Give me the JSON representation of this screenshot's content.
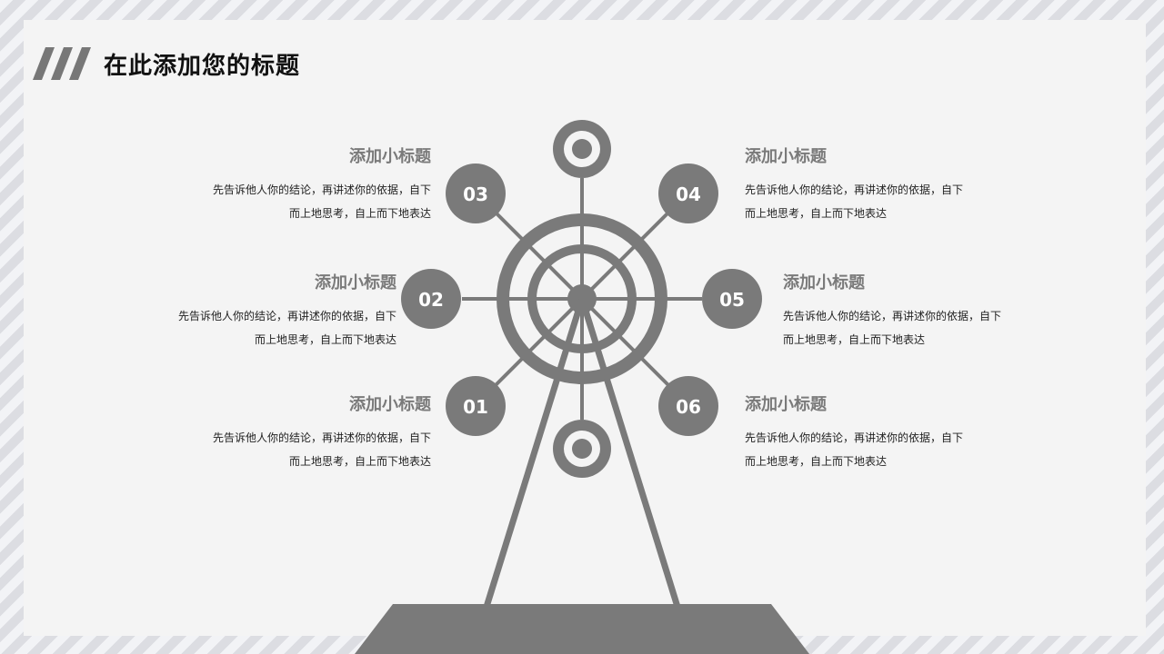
{
  "title": "在此添加您的标题",
  "items": [
    {
      "num": "01",
      "subtitle": "添加小标题",
      "desc1": "先告诉他人你的结论，再讲述你的依据，自下",
      "desc2": "而上地思考，自上而下地表达"
    },
    {
      "num": "02",
      "subtitle": "添加小标题",
      "desc1": "先告诉他人你的结论，再讲述你的依据，自下",
      "desc2": "而上地思考，自上而下地表达"
    },
    {
      "num": "03",
      "subtitle": "添加小标题",
      "desc1": "先告诉他人你的结论，再讲述你的依据，自下",
      "desc2": "而上地思考，自上而下地表达"
    },
    {
      "num": "04",
      "subtitle": "添加小标题",
      "desc1": "先告诉他人你的结论，再讲述你的依据，自下",
      "desc2": "而上地思考，自上而下地表达"
    },
    {
      "num": "05",
      "subtitle": "添加小标题",
      "desc1": "先告诉他人你的结论，再讲述你的依据，自下",
      "desc2": "而上地思考，自上而下地表达"
    },
    {
      "num": "06",
      "subtitle": "添加小标题",
      "desc1": "先告诉他人你的结论，再讲述你的依据，自下",
      "desc2": "而上地思考，自上而下地表达"
    }
  ],
  "colors": {
    "wheel": "#7a7a7a",
    "title": "#111111",
    "accent_gray": "#7a7a7a"
  },
  "icons": {
    "title_decor": "triple-slash-icon",
    "wheel": "ferris-wheel-icon"
  }
}
